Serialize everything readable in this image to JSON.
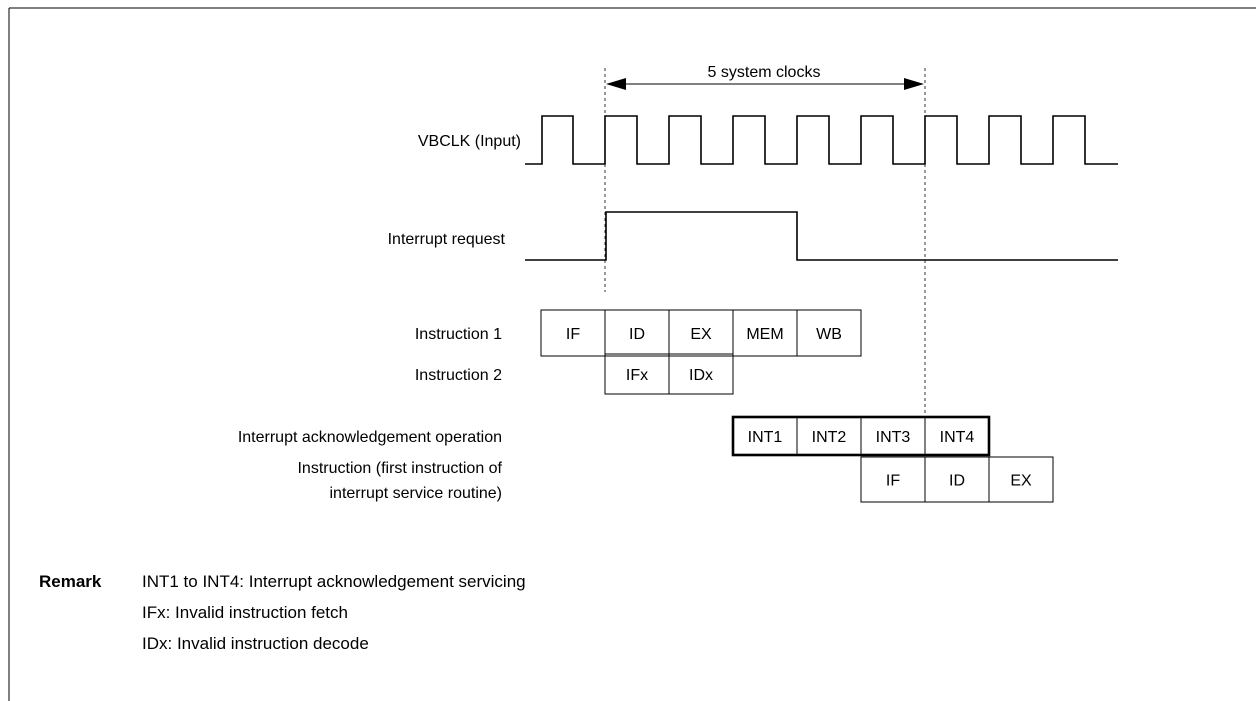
{
  "measure": {
    "label": "5 system clocks"
  },
  "signals": {
    "clock": {
      "label": "VBCLK (Input)"
    },
    "interrupt": {
      "label": "Interrupt request"
    }
  },
  "rows": [
    {
      "label": "Instruction 1",
      "cells": [
        {
          "text": "IF",
          "col": 0
        },
        {
          "text": "ID",
          "col": 1
        },
        {
          "text": "EX",
          "col": 2
        },
        {
          "text": "MEM",
          "col": 3
        },
        {
          "text": "WB",
          "col": 4
        }
      ]
    },
    {
      "label": "Instruction 2",
      "cells": [
        {
          "text": "IFx",
          "col": 1
        },
        {
          "text": "IDx",
          "col": 2
        }
      ]
    },
    {
      "label": "Interrupt acknowledgement operation",
      "emphasis": true,
      "cells": [
        {
          "text": "INT1",
          "col": 3
        },
        {
          "text": "INT2",
          "col": 4
        },
        {
          "text": "INT3",
          "col": 5
        },
        {
          "text": "INT4",
          "col": 6
        }
      ]
    },
    {
      "label_lines": [
        "Instruction (first instruction of",
        "interrupt service routine)"
      ],
      "cells": [
        {
          "text": "IF",
          "col": 5
        },
        {
          "text": "ID",
          "col": 6
        },
        {
          "text": "EX",
          "col": 7
        }
      ]
    }
  ],
  "remark": {
    "title": "Remark",
    "lines": [
      "INT1 to INT4: Interrupt acknowledgement servicing",
      "IFx: Invalid instruction fetch",
      "IDx: Invalid instruction decode"
    ]
  }
}
